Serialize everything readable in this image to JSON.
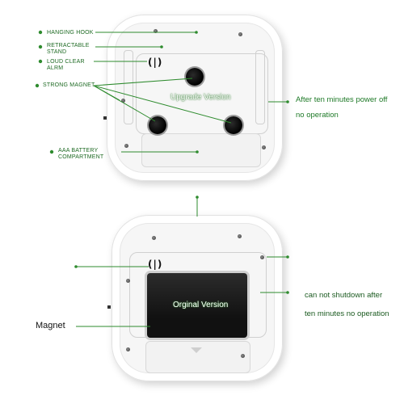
{
  "top_device": {
    "version_label": "Upgrade Version",
    "speaker_symbol": "(|)",
    "callouts": {
      "hanging_hook": "HANGING HOOK",
      "retractable_stand": "RETRACTABLE STAND",
      "loud_clear_alarm": "LOUD CLEAR ALRM",
      "strong_magnet": "STRONG MAGNET",
      "aaa_battery": "AAA BATTERY COMPARTMENT"
    },
    "note_line1": "After ten minutes power off",
    "note_line2": "no operation"
  },
  "bottom_device": {
    "version_label": "Orginal Version",
    "speaker_symbol": "(|)",
    "magnet_label": "Magnet",
    "note_line1": "can not shutdown after",
    "note_line2": "ten minutes no operation"
  },
  "colors": {
    "callout_green": "#1e6a23",
    "marker_green": "#2e8b2e"
  }
}
